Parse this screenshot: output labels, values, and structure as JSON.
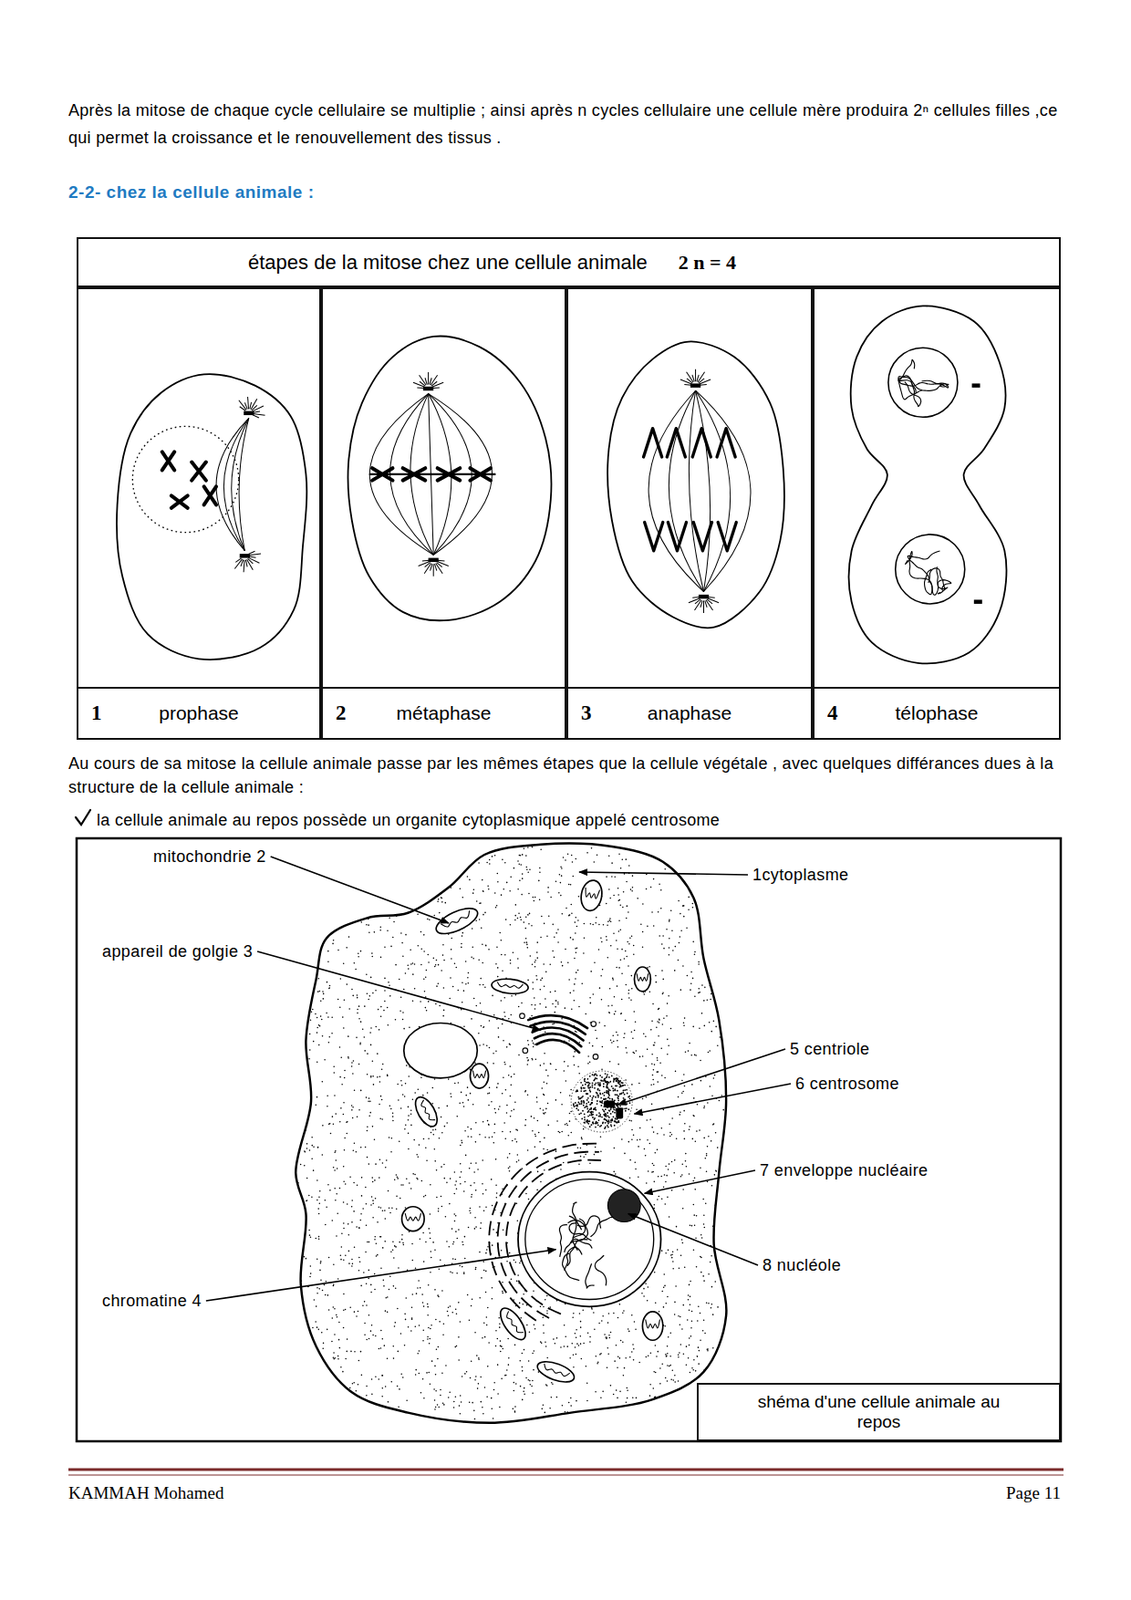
{
  "diagram": {
    "title": "2-2- chez la cellule animale :",
    "nodes": [
      {
        "text": [
          "étapes de la mitose chez une cellule animale",
          "2 n = 4"
        ]
      },
      {
        "text": [
          "1",
          "prophase"
        ]
      },
      {
        "text": [
          "2",
          "métaphase"
        ]
      },
      {
        "text": [
          "3",
          "anaphase"
        ]
      },
      {
        "text": [
          "4",
          "télophase"
        ]
      },
      {
        "text": [
          "shéma d'une cellule animale au repos"
        ]
      }
    ],
    "labels": [
      "Après la mitose de chaque cycle cellulaire se multiplie ; ainsi après n cycles cellulaire une cellule mère produira 2ⁿ cellules filles ,ce qui permet la croissance et le renouvellement des tissus .",
      "Au cours de sa mitose la cellule animale passe par les mêmes étapes que la cellule végétale , avec quelques différances dues à la structure de la cellule animale :",
      "la cellule animale au repos possède un organite cytoplasmique appelé centrosome",
      "mitochondrie 2",
      "appareil de golgie 3",
      "1cytoplasme",
      "5 centriole",
      "6 centrosome",
      "7 enveloppe nucléaire",
      "8 nucléole",
      "chromatine 4",
      "KAMMAH Mohamed",
      "Page 11"
    ]
  }
}
